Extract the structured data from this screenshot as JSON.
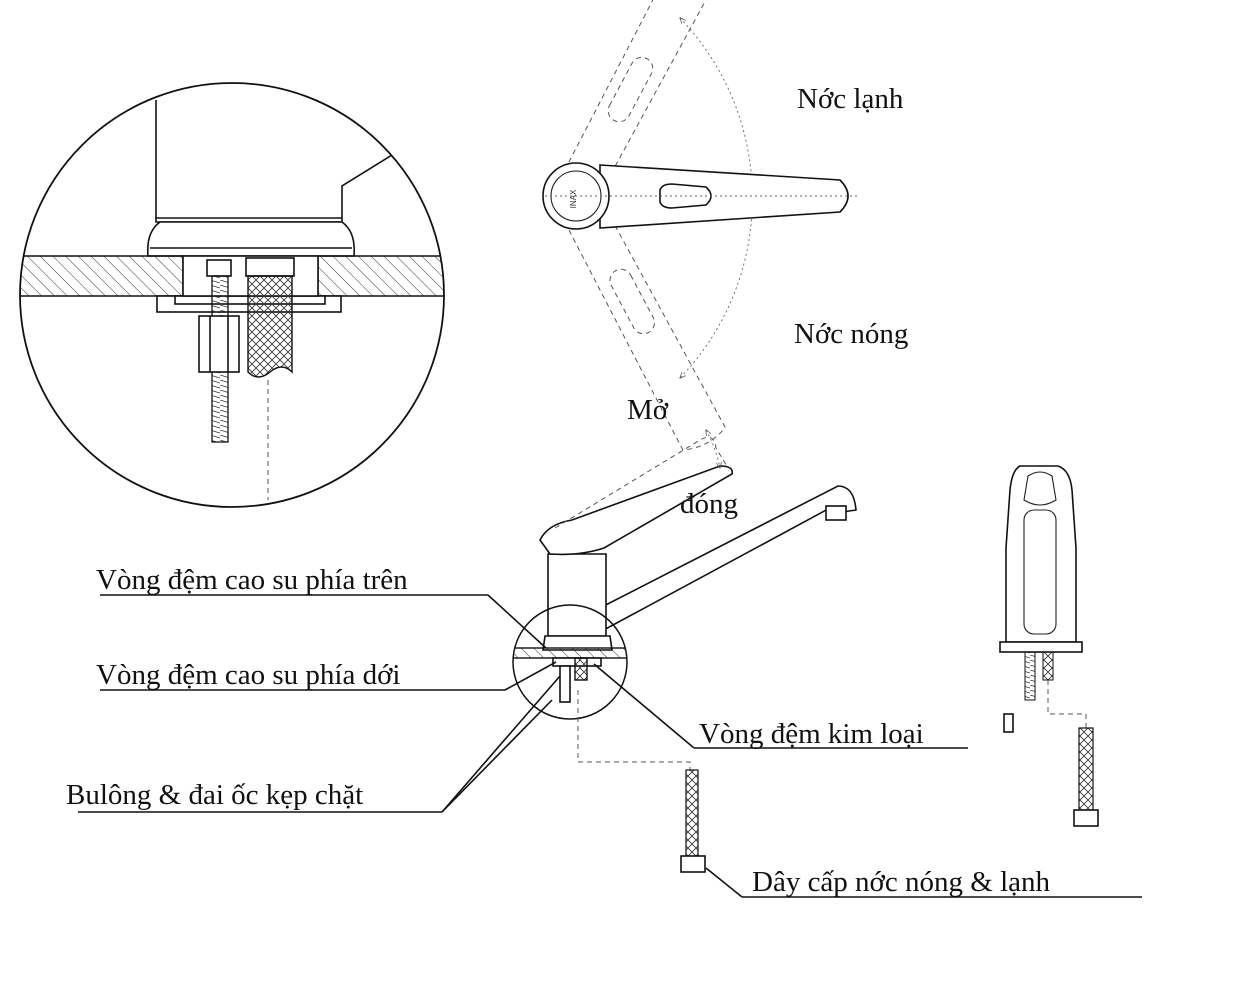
{
  "labels": {
    "cold_water": "Nớc lạnh",
    "hot_water": "Nớc nóng",
    "open": "Mở",
    "close": "đóng",
    "upper_rubber_washer": "Vòng đệm cao su phía trên",
    "lower_rubber_washer": "Vòng đệm cao su phía dới",
    "metal_washer": "Vòng đệm kim loại",
    "clamp_bolt_nut": "Bulông & đai ốc kẹp chặt",
    "supply_hose": "Dây cấp nớc nóng & lạnh"
  },
  "handle_logo": "INAX"
}
